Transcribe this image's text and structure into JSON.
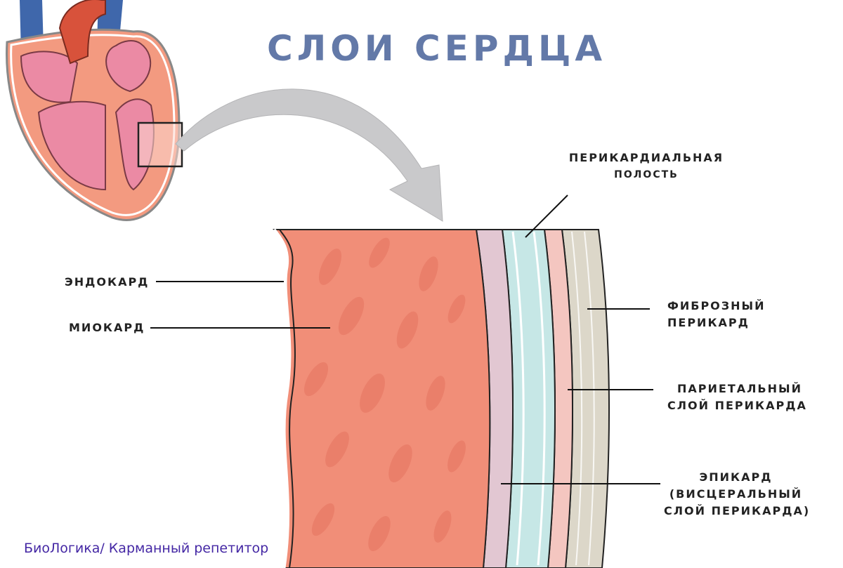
{
  "title": "СЛОИ СЕРДЦА",
  "labels": {
    "pericardial_cavity": [
      "ПЕРИКАРДИАЛЬНАЯ",
      "ПОЛОСТЬ"
    ],
    "endocardium": "ЭНДОКАРД",
    "myocardium": "МИОКАРД",
    "fibrous_pericardium": [
      "ФИБРОЗНЫЙ",
      "ПЕРИКАРД"
    ],
    "parietal_layer": [
      "ПАРИЕТАЛЬНЫЙ",
      "СЛОЙ ПЕРИКАРДА"
    ],
    "epicardium": [
      "ЭПИКАРД",
      "(ВИСЦЕРАЛЬНЫЙ",
      "СЛОЙ ПЕРИКАРДА)"
    ]
  },
  "credit": "БиоЛогика/ Карманный репетитор",
  "colors": {
    "title": "#6379a8",
    "myocardium": "#f18e78",
    "endocardium": "#ffffff",
    "epicardium": "#e2c7d2",
    "pericardial_cavity": "#c6e7e6",
    "parietal_layer": "#f4c6c0",
    "fibrous_pericardium": "#dcd7c9",
    "heart_chamber": "#eb8aa4",
    "heart_wall": "#f39a80",
    "aorta": "#d8523b",
    "vein": "#3f67ab",
    "arrow": "#c9c9cb",
    "credit": "#4427a4"
  }
}
